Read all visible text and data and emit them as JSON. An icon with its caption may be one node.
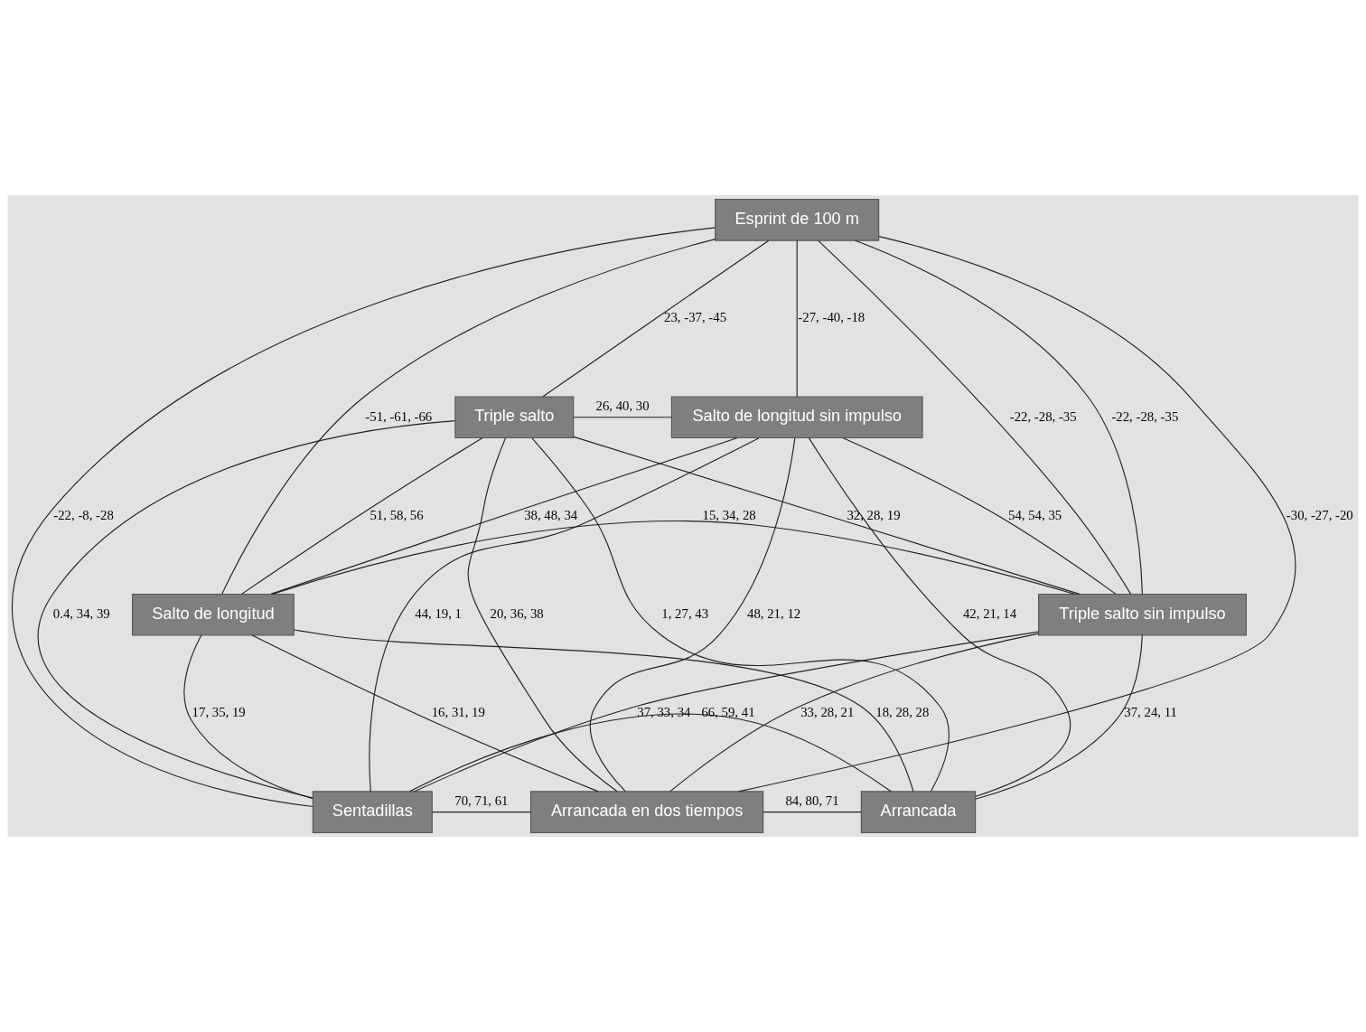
{
  "diagram": {
    "nodes": [
      {
        "text": [
          "Triple salto"
        ]
      },
      {
        "text": [
          "Salto de longitud sin impulso"
        ]
      },
      {
        "text": [
          "Esprint de 100 m"
        ]
      },
      {
        "text": [
          "Salto de longitud"
        ]
      },
      {
        "text": [
          "Triple salto sin impulso"
        ]
      },
      {
        "text": [
          "Sentadillas"
        ]
      },
      {
        "text": [
          "Arrancada en dos tiempos"
        ]
      },
      {
        "text": [
          "Arrancada"
        ]
      }
    ],
    "edges": [
      {
        "from": 2,
        "to": 4,
        "arrow": "none",
        "label": "-22, -28, -35"
      },
      {
        "from": 2,
        "to": 1,
        "arrow": "none",
        "label": "-27, -40, -18"
      },
      {
        "from": 0,
        "to": 7,
        "arrow": "none",
        "label": "1, 27, 43"
      },
      {
        "from": 0,
        "to": 5,
        "arrow": "none",
        "label": "0.4, 34, 39"
      },
      {
        "from": 0,
        "to": 1,
        "arrow": "none",
        "label": "26, 40, 30"
      },
      {
        "from": 0,
        "to": 6,
        "arrow": "none",
        "label": "20, 36, 38"
      },
      {
        "from": 2,
        "to": 0,
        "arrow": "none",
        "label": "23, -37, -45"
      },
      {
        "from": 0,
        "to": 4,
        "arrow": "none",
        "label": "32, 28, 19"
      },
      {
        "from": 0,
        "to": 3,
        "arrow": "none",
        "label": "51, 58, 56"
      },
      {
        "from": 1,
        "to": 4,
        "arrow": "none",
        "label": "54, 54, 35"
      },
      {
        "from": 1,
        "to": 3,
        "arrow": "none",
        "label": "38, 48, 34"
      },
      {
        "from": 2,
        "to": 3,
        "arrow": "none",
        "label": "-51, -61, -66"
      },
      {
        "from": 3,
        "to": 4,
        "arrow": "none",
        "label": "15, 34, 28"
      },
      {
        "from": 2,
        "to": 5,
        "arrow": "none",
        "label": "-22, -8, -28"
      },
      {
        "from": 3,
        "to": 5,
        "arrow": "none",
        "label": "17, 35, 19"
      },
      {
        "from": 3,
        "to": 6,
        "arrow": "none",
        "label": "16, 31, 19"
      },
      {
        "from": 1,
        "to": 6,
        "arrow": "none",
        "label": "48, 21, 12"
      },
      {
        "from": 3,
        "to": 7,
        "arrow": "none",
        "label": "18, 28, 28"
      },
      {
        "from": 4,
        "to": 7,
        "arrow": "none",
        "label": "37, 24, 11"
      },
      {
        "from": 5,
        "to": 6,
        "arrow": "none",
        "label": "70, 71, 61"
      },
      {
        "from": 6,
        "to": 7,
        "arrow": "none",
        "label": "84, 80, 71"
      },
      {
        "from": 2,
        "to": 6,
        "arrow": "none",
        "label": "-30, -27, -20"
      },
      {
        "from": 6,
        "to": 4,
        "arrow": "none",
        "label": "33, 28, 21"
      },
      {
        "from": 5,
        "to": 7,
        "arrow": "none",
        "label": "66, 59, 41"
      },
      {
        "from": 5,
        "to": 4,
        "arrow": "none",
        "label": "37, 33, 34"
      },
      {
        "from": 7,
        "to": 1,
        "arrow": "none",
        "label": "42, 21, 14"
      },
      {
        "from": 2,
        "to": 4,
        "arrow": "none",
        "label": "-22, -28, -35"
      },
      {
        "from": 5,
        "to": 1,
        "arrow": "none",
        "label": "44, 19, 1"
      }
    ]
  }
}
